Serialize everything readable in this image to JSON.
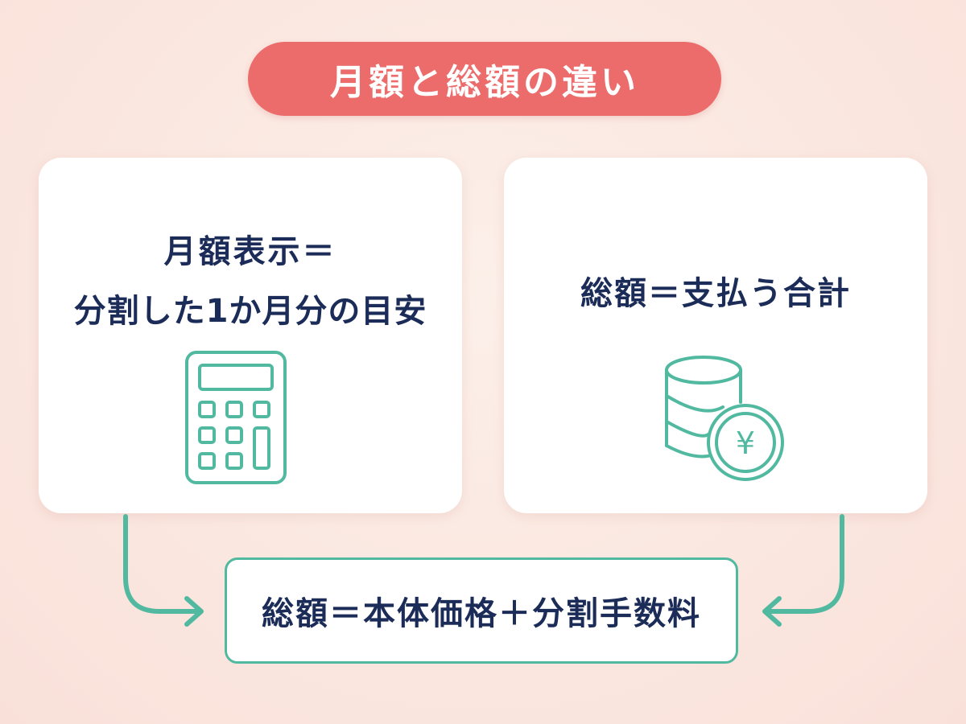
{
  "title": "月額と総額の違い",
  "left_card": {
    "line1": "月額表示＝",
    "line2": "分割した1か月分の目安",
    "icon": "calculator-icon"
  },
  "right_card": {
    "line1": "総額＝支払う合計",
    "icon": "yen-coin-stack-icon",
    "coin_symbol": "¥"
  },
  "bottom_box": {
    "text": "総額＝本体価格＋分割手数料"
  },
  "colors": {
    "background": "#fbe8e1",
    "title_pill": "#ec6b6b",
    "title_text": "#ffffff",
    "text_navy": "#1c2c58",
    "accent_teal": "#52b9a1",
    "card": "#ffffff"
  }
}
